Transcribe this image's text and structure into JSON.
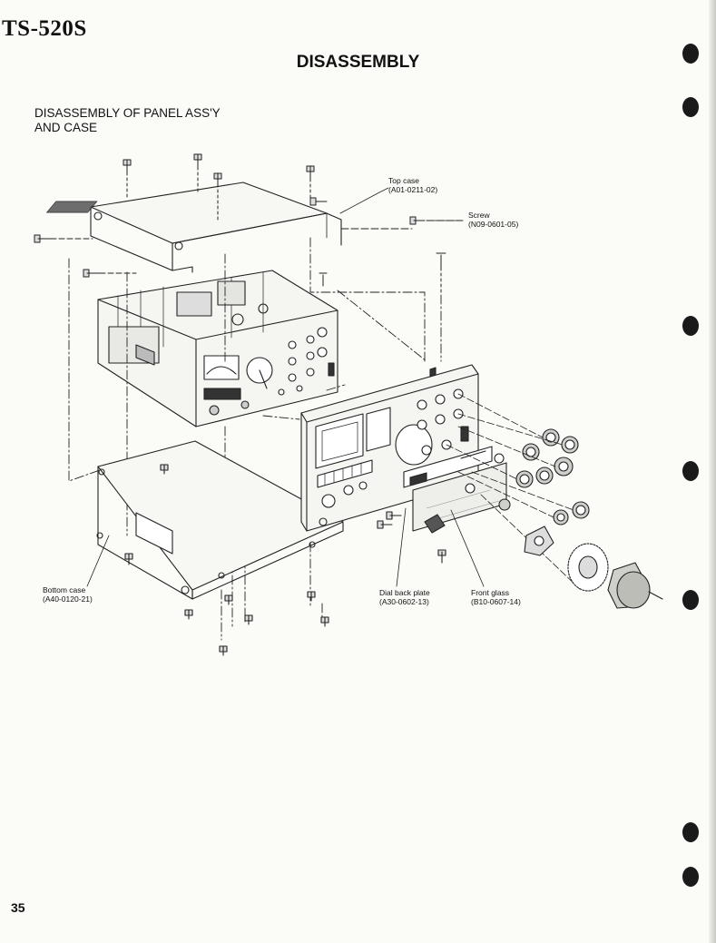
{
  "header": {
    "model": "TS-520S"
  },
  "page": {
    "title": "DISASSEMBLY",
    "number": "35"
  },
  "section": {
    "line1": "DISASSEMBLY OF PANEL ASS'Y",
    "line2": "AND CASE"
  },
  "callouts": {
    "top_case": {
      "name": "Top case",
      "part": "(A01-0211-02)"
    },
    "screw": {
      "name": "Screw",
      "part": "(N09-0601-05)"
    },
    "bottom_case": {
      "name": "Bottom case",
      "part": "(A40-0120-21)"
    },
    "dial_back_plate": {
      "name": "Dial back plate",
      "part": "(A30-0602-13)"
    },
    "front_glass": {
      "name": "Front glass",
      "part": "(B10-0607-14)"
    }
  }
}
